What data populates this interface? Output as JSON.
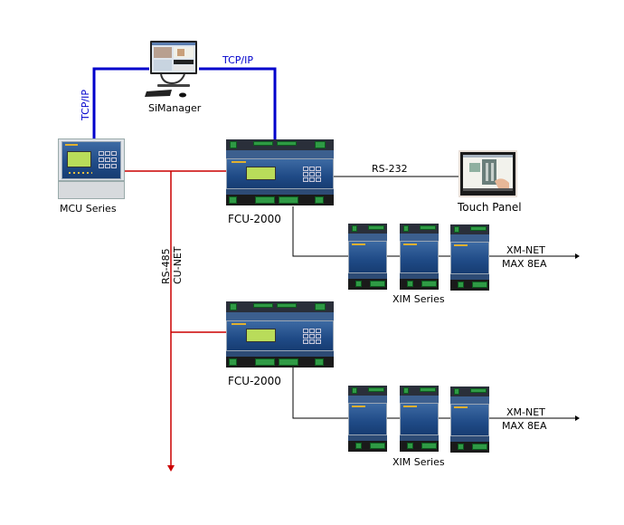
{
  "diagram": {
    "nodes": {
      "simanager": {
        "label": "SiManager"
      },
      "mcu": {
        "label": "MCU Series"
      },
      "fcu1": {
        "label": "FCU-2000"
      },
      "fcu2": {
        "label": "FCU-2000"
      },
      "touch_panel": {
        "label": "Touch Panel"
      },
      "xim1": {
        "label": "XIM Series"
      },
      "xim2": {
        "label": "XIM Series"
      }
    },
    "links": {
      "tcpip_left": {
        "label": "TCP/IP",
        "color": "#0000cc"
      },
      "tcpip_right": {
        "label": "TCP/IP",
        "color": "#0000cc"
      },
      "rs232": {
        "label": "RS-232",
        "color": "#000000"
      },
      "rs485": {
        "label": "RS-485",
        "color": "#cc0000"
      },
      "cunet": {
        "label": "CU-NET",
        "color": "#cc0000"
      },
      "xmnet1": {
        "label": "XM-NET",
        "sublabel": "MAX 8EA",
        "color": "#000000"
      },
      "xmnet2": {
        "label": "XM-NET",
        "sublabel": "MAX 8EA",
        "color": "#000000"
      }
    }
  }
}
